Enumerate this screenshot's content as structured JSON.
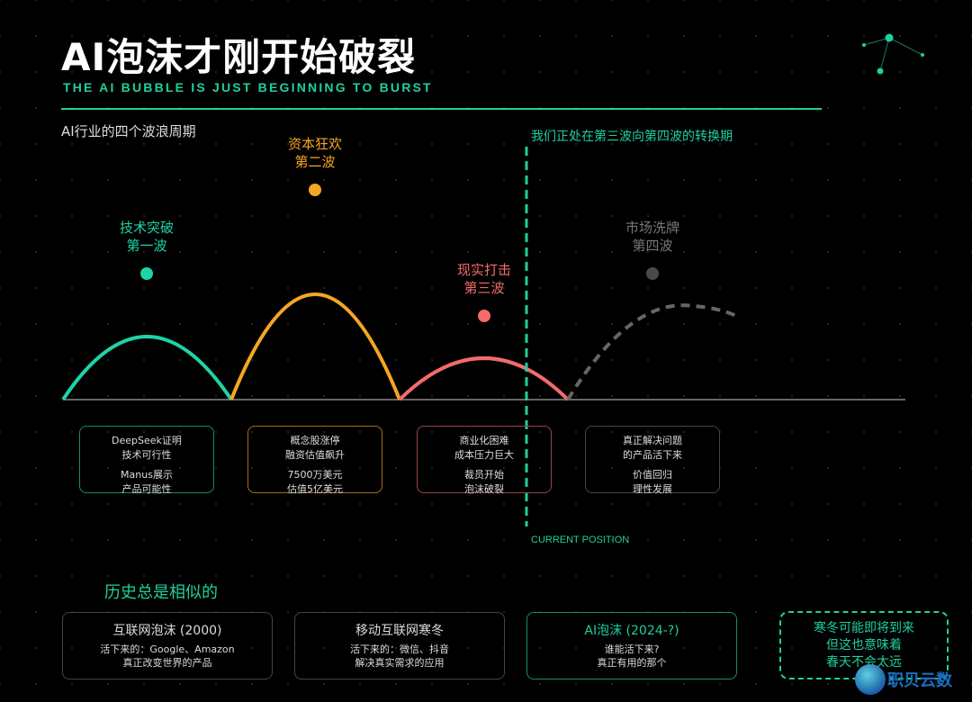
{
  "title": "AI泡沫才刚开始破裂",
  "subtitle": "THE AI BUBBLE IS JUST BEGINNING TO BURST",
  "section_title": "AI行业的四个波浪周期",
  "transition_note": "我们正处在第三波向第四波的转换期",
  "current_position": "CURRENT POSITION",
  "colors": {
    "wave1": "#1fd3a6",
    "wave2": "#f5a623",
    "wave3": "#f46b6b",
    "wave4": "#666666",
    "accent": "#1fcf9f"
  },
  "waves": [
    {
      "name": "技术突破",
      "ordinal": "第一波",
      "lines": [
        "DeepSeek证明",
        "技术可行性",
        "Manus展示",
        "产品可能性"
      ]
    },
    {
      "name": "资本狂欢",
      "ordinal": "第二波",
      "lines": [
        "概念股涨停",
        "融资估值飙升",
        "7500万美元",
        "估值5亿美元"
      ]
    },
    {
      "name": "现实打击",
      "ordinal": "第三波",
      "lines": [
        "商业化困难",
        "成本压力巨大",
        "裁员开始",
        "泡沫破裂"
      ]
    },
    {
      "name": "市场洗牌",
      "ordinal": "第四波",
      "lines": [
        "真正解决问题",
        "的产品活下来",
        "价值回归",
        "理性发展"
      ]
    }
  ],
  "history_title": "历史总是相似的",
  "history": [
    {
      "title": "互联网泡沫 (2000)",
      "line1": "活下来的：Google、Amazon",
      "line2": "真正改变世界的产品"
    },
    {
      "title": "移动互联网寒冬",
      "line1": "活下来的：微信、抖音",
      "line2": "解决真实需求的应用"
    },
    {
      "title": "AI泡沫 (2024-?)",
      "line1": "谁能活下来?",
      "line2": "真正有用的那个"
    }
  ],
  "closing": [
    "寒冬可能即将到来",
    "但这也意味着",
    "春天不会太远"
  ],
  "watermark": "职贝云数"
}
